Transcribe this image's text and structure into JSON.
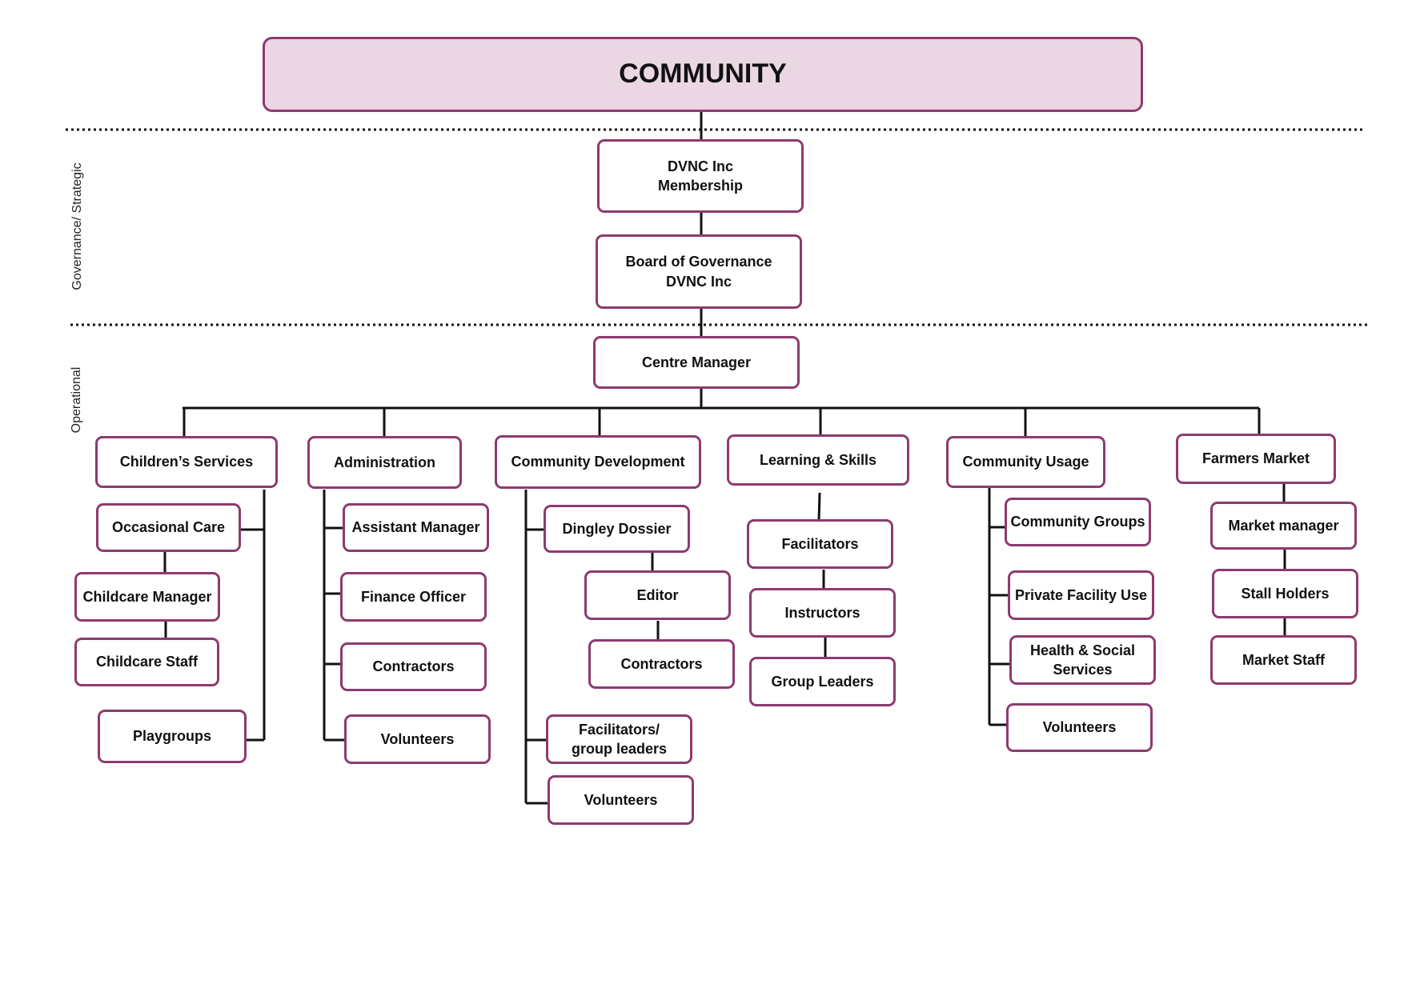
{
  "community": "COMMUNITY",
  "side_labels": {
    "governance": "Governance/ Strategic",
    "operational": "Operational"
  },
  "governance": {
    "membership": "DVNC Inc\nMembership",
    "board": "Board of Governance\nDVNC Inc"
  },
  "centre_manager": "Centre Manager",
  "departments": {
    "childrens": {
      "label": "Children’s Services",
      "items": [
        "Occasional Care",
        "Childcare Manager",
        "Childcare Staff",
        "Playgroups"
      ]
    },
    "admin": {
      "label": "Administration",
      "items": [
        "Assistant Manager",
        "Finance Officer",
        "Contractors",
        "Volunteers"
      ]
    },
    "commdev": {
      "label": "Community Development",
      "items": [
        "Dingley Dossier",
        "Editor",
        "Contractors",
        "Facilitators/\ngroup leaders",
        "Volunteers"
      ]
    },
    "learning": {
      "label": "Learning  & Skills",
      "items": [
        "Facilitators",
        "Instructors",
        "Group Leaders"
      ]
    },
    "usage": {
      "label": "Community Usage",
      "items": [
        "Community Groups",
        "Private Facility Use",
        "Health & Social\nServices",
        "Volunteers"
      ]
    },
    "farmers": {
      "label": "Farmers Market",
      "items": [
        "Market manager",
        "Stall Holders",
        "Market Staff"
      ]
    }
  }
}
